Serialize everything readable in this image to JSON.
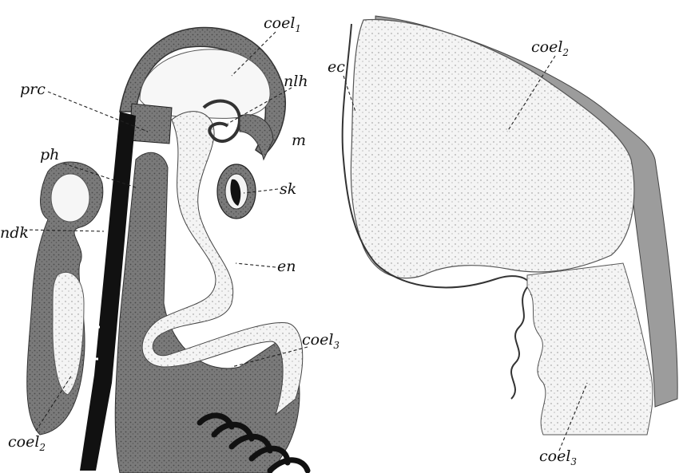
{
  "figure": {
    "labels": {
      "coel1": {
        "base": "coel",
        "sub": "1"
      },
      "prc": {
        "base": "prc"
      },
      "nlh": {
        "base": "nlh"
      },
      "ec": {
        "base": "ec"
      },
      "coel2_right": {
        "base": "coel",
        "sub": "2"
      },
      "ph": {
        "base": "ph"
      },
      "m": {
        "base": "m"
      },
      "sk": {
        "base": "sk"
      },
      "ndk": {
        "base": "ndk"
      },
      "en": {
        "base": "en"
      },
      "coel3_left": {
        "base": "coel",
        "sub": "3"
      },
      "coel2_left": {
        "base": "coel",
        "sub": "2"
      },
      "coel3_right": {
        "base": "coel",
        "sub": "3"
      }
    },
    "colors": {
      "tissue_dark": "#3a3a3a",
      "tissue_mid": "#8c8c8c",
      "tissue_light": "#e9e9e9",
      "tissue_black": "#111111"
    }
  }
}
